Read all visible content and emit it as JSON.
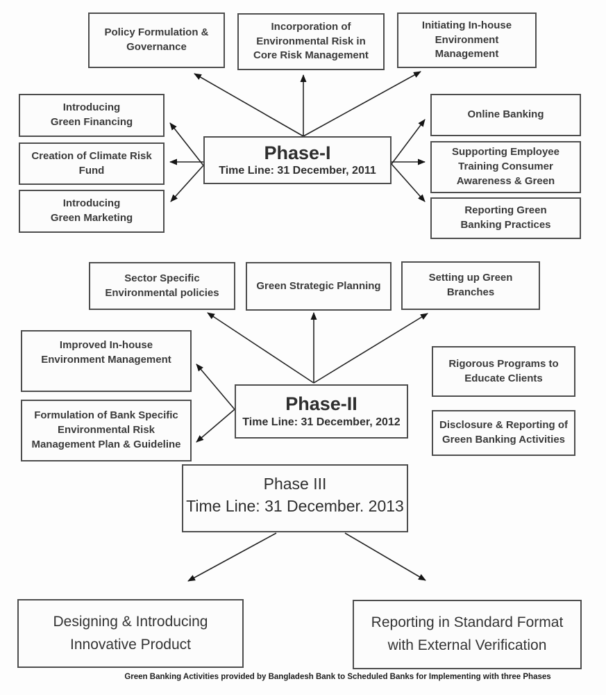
{
  "diagram": {
    "caption": "Green Banking Activities provided by Bangladesh Bank to Scheduled Banks for Implementing with three Phases",
    "colors": {
      "border": "#4d4d4d",
      "text": "#3a3a3a",
      "arrow": "#222222",
      "background": "#fdfdfd"
    },
    "phase1": {
      "title": "Phase-I",
      "timeline": "Time Line: 31 December, 2011",
      "top_boxes": [
        "Policy Formulation &\nGovernance",
        "Incorporation of\nEnvironmental Risk in\nCore Risk Management",
        "Initiating In-house\nEnvironment\nManagement"
      ],
      "left_boxes": [
        "Introducing\nGreen Financing",
        "Creation of Climate Risk\nFund",
        "Introducing\nGreen Marketing"
      ],
      "right_boxes": [
        "Online Banking",
        "Supporting Employee\nTraining Consumer\nAwareness & Green",
        "Reporting Green\nBanking Practices"
      ]
    },
    "phase2": {
      "title": "Phase-II",
      "timeline": "Time Line: 31 December, 2012",
      "top_boxes": [
        "Sector Specific\nEnvironmental policies",
        "Green Strategic Planning",
        "Setting up Green\nBranches"
      ],
      "left_boxes": [
        "Improved In-house\nEnvironment Management",
        "Formulation of Bank Specific\nEnvironmental Risk\nManagement Plan & Guideline"
      ],
      "right_boxes": [
        "Rigorous Programs to\nEducate Clients",
        "Disclosure & Reporting of\nGreen Banking Activities"
      ]
    },
    "phase3": {
      "title": "Phase III",
      "timeline": "Time Line: 31 December. 2013",
      "bottom_boxes": [
        "Designing & Introducing\nInnovative Product",
        "Reporting in Standard Format\nwith External Verification"
      ]
    }
  }
}
